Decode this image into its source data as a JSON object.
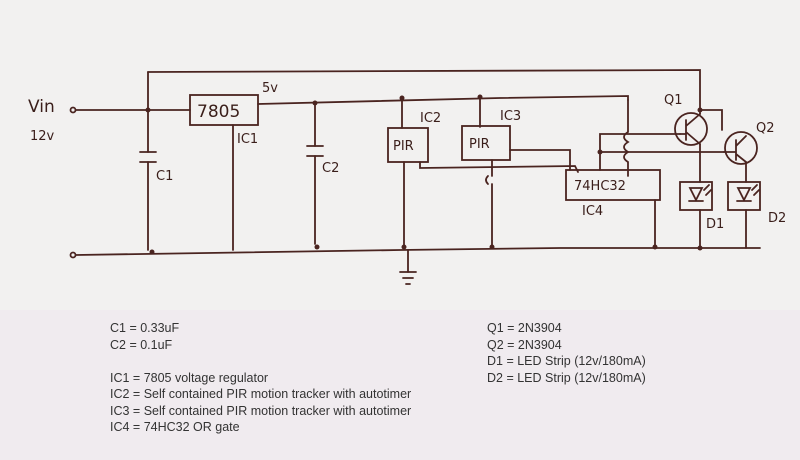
{
  "schematic": {
    "vin_label": "Vin",
    "vin_voltage": "12v",
    "regulator_out": "5v",
    "ic1_text": "7805",
    "ic1_label": "IC1",
    "c1_label": "C1",
    "c2_label": "C2",
    "ic2_text": "PIR",
    "ic2_label": "IC2",
    "ic3_text": "PIR",
    "ic3_label": "IC3",
    "ic4_text": "74HC32",
    "ic4_label": "IC4",
    "q1_label": "Q1",
    "q2_label": "Q2",
    "d1_label": "D1",
    "d2_label": "D2"
  },
  "legend": {
    "left": [
      "C1 = 0.33uF",
      "C2 = 0.1uF",
      "IC1 = 7805 voltage regulator",
      "IC2 = Self contained PIR motion tracker with autotimer",
      "IC3 = Self contained PIR motion tracker with autotimer",
      "IC4 = 74HC32 OR gate"
    ],
    "right": [
      "Q1 = 2N3904",
      "Q2 = 2N3904",
      "D1 = LED Strip (12v/180mA)",
      "D2 = LED Strip (12v/180mA)"
    ]
  }
}
